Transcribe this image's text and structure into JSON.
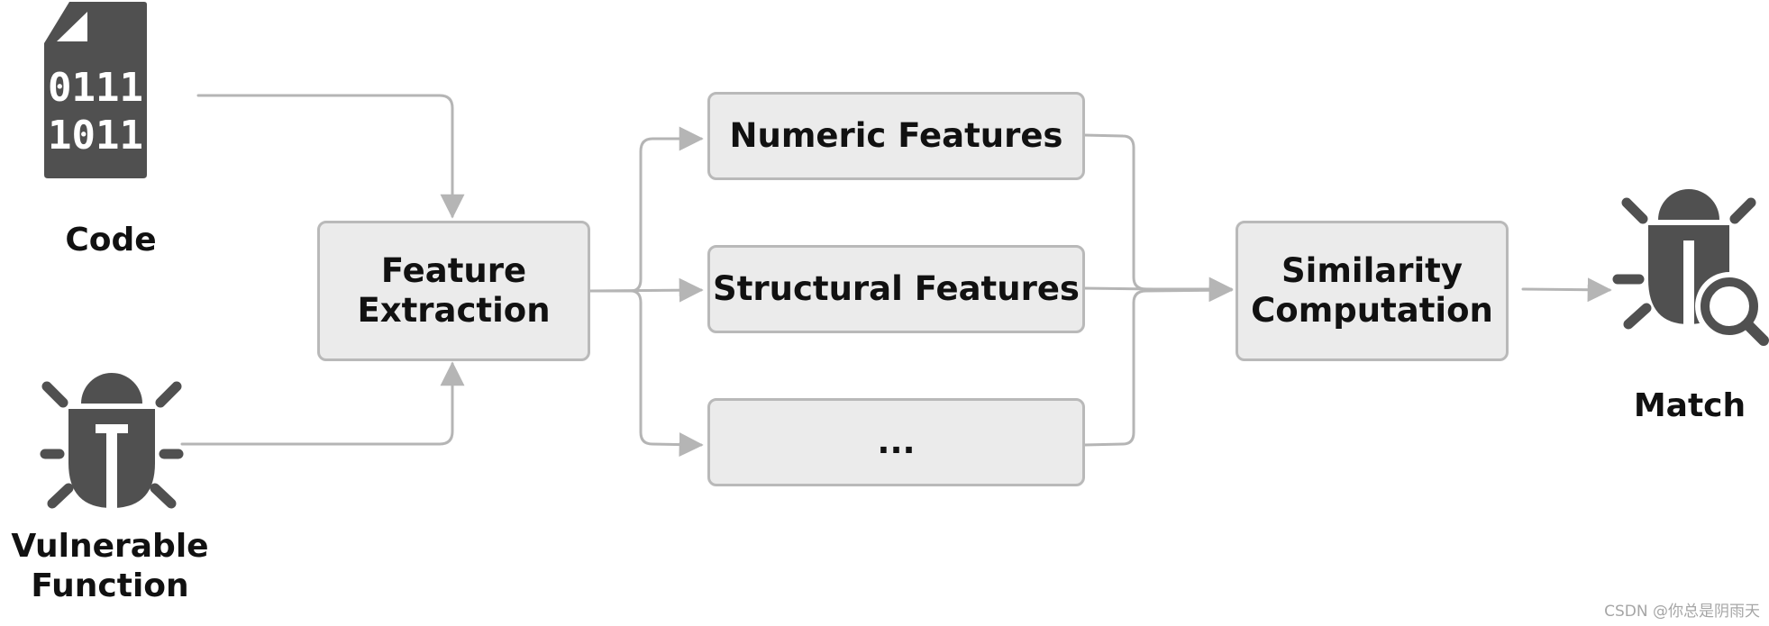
{
  "nodes": {
    "code": {
      "label": "Code",
      "icon": "binary-file-icon"
    },
    "vulnerable": {
      "label_line1": "Vulnerable",
      "label_line2": "Function",
      "icon": "bug-icon"
    },
    "feature_extraction": {
      "line1": "Feature",
      "line2": "Extraction"
    },
    "numeric": {
      "label": "Numeric Features"
    },
    "structural": {
      "label": "Structural Features"
    },
    "ellipsis": {
      "label": "..."
    },
    "similarity": {
      "line1": "Similarity",
      "line2": "Computation"
    },
    "match": {
      "label": "Match",
      "icon": "bug-search-icon"
    }
  },
  "file_icon_text": {
    "row1": "0111",
    "row2": "1011"
  },
  "watermark": "CSDN @你总是阴雨天",
  "colors": {
    "box_fill": "#ebebeb",
    "box_border": "#b9b9b9",
    "arrow": "#b5b5b5",
    "icon": "#505050",
    "text": "#111111"
  }
}
